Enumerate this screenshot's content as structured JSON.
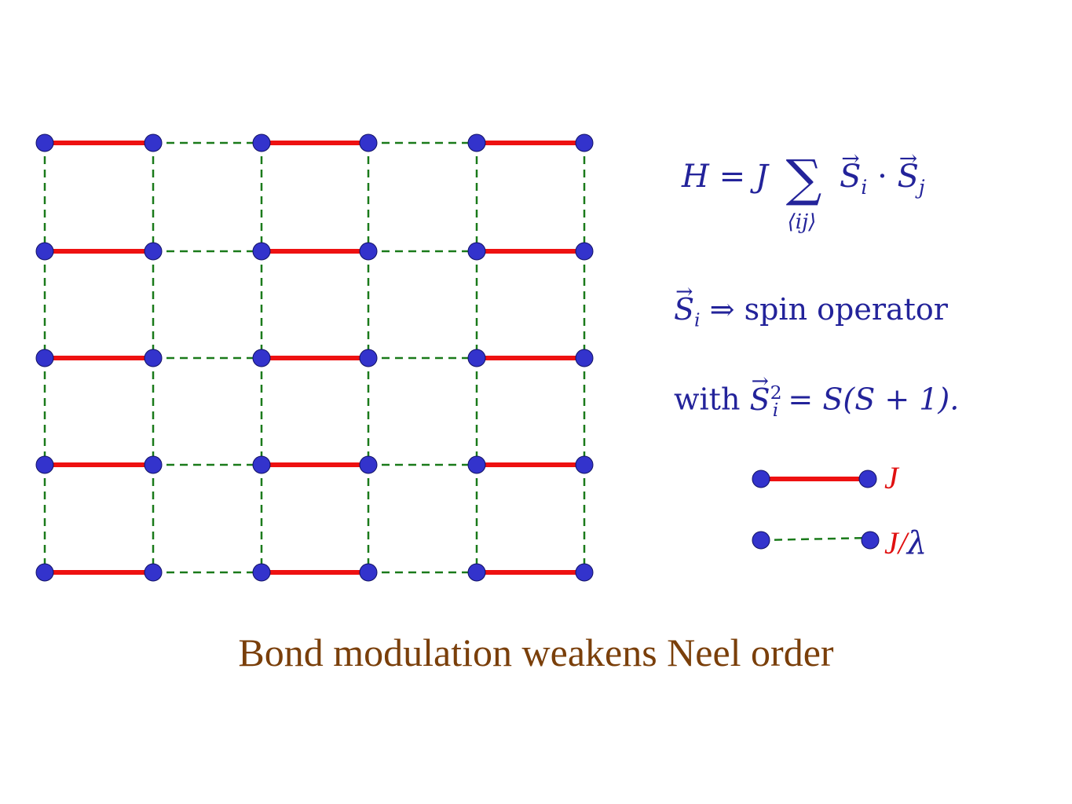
{
  "lattice": {
    "columns": 6,
    "rows": 5,
    "strong_bond_color": "#ee1111",
    "weak_bond_color": "#1a7a1a",
    "site_color": "#3333cc"
  },
  "equations": {
    "hamiltonian": {
      "lhs": "H",
      "equals": "=",
      "coupling": "J",
      "sum_sign": "∑",
      "sum_index": "⟨ij⟩",
      "term_left": "S",
      "term_left_sub": "i",
      "dot": "·",
      "term_right": "S",
      "term_right_sub": "j"
    },
    "spin": {
      "symbol": "S",
      "sub": "i",
      "arrow": "⇒",
      "text": "spin operator"
    },
    "with": {
      "word": "with",
      "symbol": "S",
      "sup": "2",
      "sub": "i",
      "equals": "=",
      "rhs": "S(S + 1)."
    }
  },
  "legend": {
    "strong_label": "J",
    "weak_label_num": "J/",
    "weak_label_lambda": "λ"
  },
  "caption": "Bond modulation weakens Neel order"
}
